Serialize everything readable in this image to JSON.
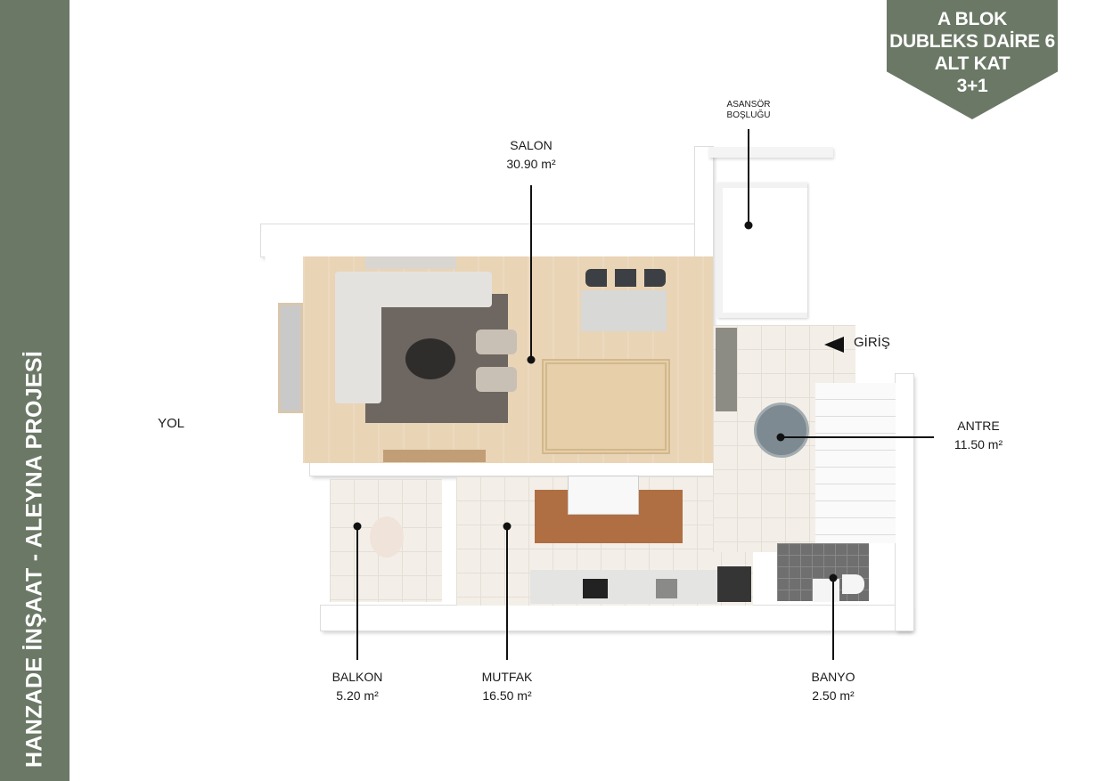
{
  "sidebar": {
    "title": "HANZADE İNŞAAT - ALEYNA PROJESİ"
  },
  "badge": {
    "line1": "A BLOK",
    "line2": "DUBLEKS DAİRE 6",
    "line3": "ALT KAT",
    "line4": "3+1"
  },
  "labels": {
    "yol": "YOL",
    "giris": "GİRİŞ",
    "elevator_line1": "ASANSÖR",
    "elevator_line2": "BOŞLUĞU"
  },
  "rooms": {
    "salon": {
      "name": "SALON",
      "area": "30.90 m²"
    },
    "antre": {
      "name": "ANTRE",
      "area": "11.50 m²"
    },
    "balkon": {
      "name": "BALKON",
      "area": "5.20 m²"
    },
    "mutfak": {
      "name": "MUTFAK",
      "area": "16.50 m²"
    },
    "banyo": {
      "name": "BANYO",
      "area": "2.50 m²"
    }
  },
  "colors": {
    "brand": "#6b7866",
    "wood": "#e9d4b6",
    "tile": "#f3efe8"
  }
}
